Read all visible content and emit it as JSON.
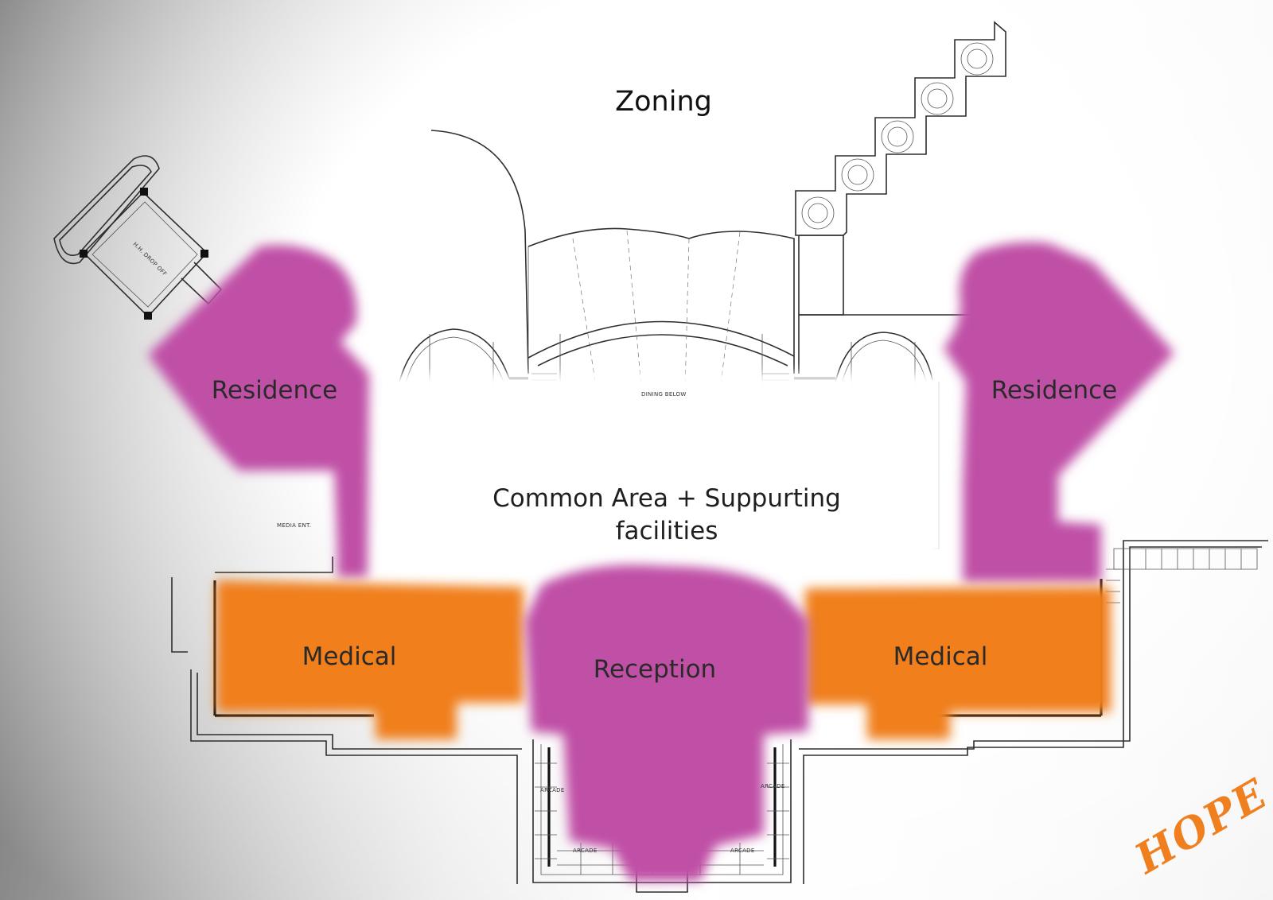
{
  "title": "Zoning",
  "zones": {
    "residence_left": "Residence",
    "residence_right": "Residence",
    "common_line1": "Common Area + Suppurting",
    "common_line2": "facilities",
    "medical_left": "Medical",
    "medical_right": "Medical",
    "reception": "Reception"
  },
  "plan_notes": {
    "drop_off": "H.H. DROP OFF",
    "dining": "DINING BELOW",
    "media": "MEDIA ENT.",
    "arcade_1": "ARCADE",
    "arcade_2": "ARCADE",
    "arcade_3": "ARCADE",
    "arcade_4": "ARCADE"
  },
  "logo": "HOPE",
  "colors": {
    "residence_reception": "#c04fa6",
    "medical": "#f07f1f",
    "logo": "#f07f1f"
  }
}
